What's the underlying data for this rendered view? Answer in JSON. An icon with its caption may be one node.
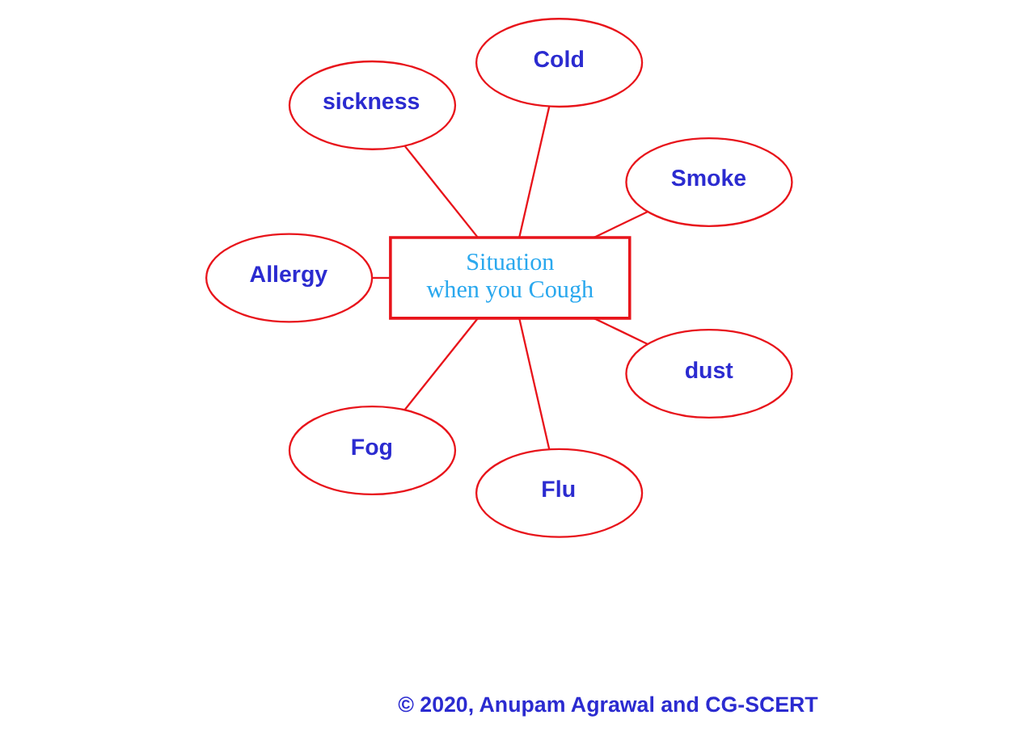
{
  "diagram": {
    "nodes": [
      {
        "text": [
          "sickness"
        ]
      },
      {
        "text": [
          "Cold"
        ]
      },
      {
        "text": [
          "Smoke"
        ]
      },
      {
        "text": [
          "Allergy"
        ]
      },
      {
        "text": [
          "Situation when you Cough"
        ]
      },
      {
        "text": [
          "dust"
        ]
      },
      {
        "text": [
          "Fog"
        ]
      },
      {
        "text": [
          "Flu"
        ]
      }
    ],
    "edges": [
      {
        "from": 4,
        "to": 1,
        "arrow": "none"
      },
      {
        "from": 4,
        "to": 2,
        "arrow": "none"
      },
      {
        "from": 4,
        "to": 5,
        "arrow": "none"
      },
      {
        "from": 4,
        "to": 7,
        "arrow": "none"
      },
      {
        "from": 4,
        "to": 6,
        "arrow": "none"
      },
      {
        "from": 4,
        "to": 3,
        "arrow": "none"
      },
      {
        "from": 4,
        "to": 0,
        "arrow": "none"
      }
    ],
    "labels": [
      "© 2020, Anupam Agrawal and CG-SCERT"
    ]
  }
}
